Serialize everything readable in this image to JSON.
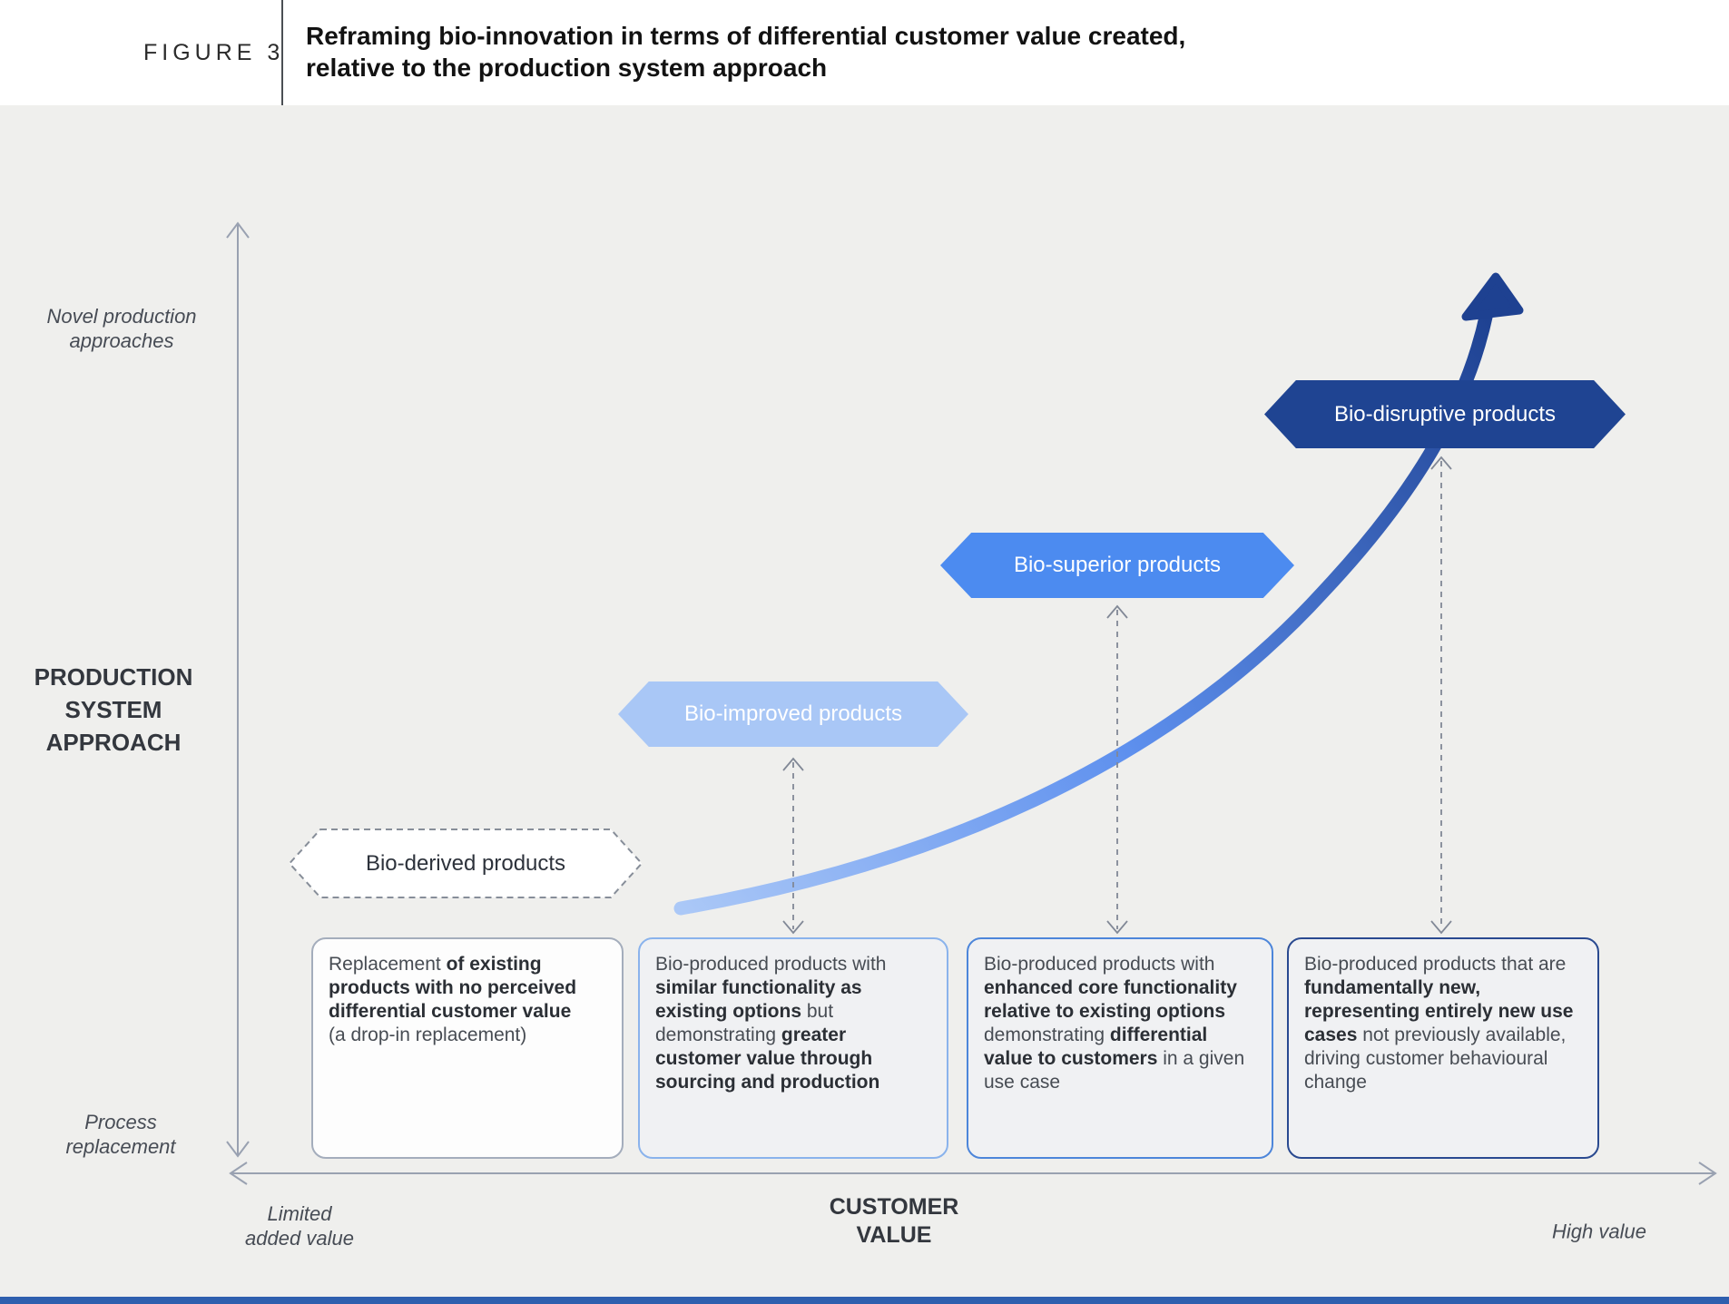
{
  "figure": {
    "label": "FIGURE 3",
    "title": [
      "Reframing bio-innovation in terms of differential customer value created,",
      "relative to the production system approach"
    ]
  },
  "axes": {
    "y": {
      "top_label": [
        "Novel production",
        "approaches"
      ],
      "title": [
        "PRODUCTION",
        "SYSTEM",
        "APPROACH"
      ],
      "bottom_label": [
        "Process",
        "replacement"
      ]
    },
    "x": {
      "left_label": [
        "Limited",
        "added value"
      ],
      "title": [
        "CUSTOMER",
        "VALUE"
      ],
      "right_label": "High value"
    }
  },
  "hexagons": [
    {
      "label": "Bio-derived products",
      "fill": "#ffffff",
      "text_color": "#2d323b",
      "border_color": "#878e99",
      "border_style": "dashed"
    },
    {
      "label": "Bio-improved products",
      "fill": "#a9c7f6",
      "text_color": "#ffffff"
    },
    {
      "label": "Bio-superior products",
      "fill": "#4c8bf0",
      "text_color": "#ffffff"
    },
    {
      "label": "Bio-disruptive products",
      "fill": "#1f4492",
      "text_color": "#ffffff"
    }
  ],
  "boxes": [
    {
      "bg": "#fdfdfd",
      "border_color": "#a4adbc",
      "segments": [
        {
          "text": "Replacement ",
          "bold": false
        },
        {
          "text": "of existing products with no perceived differential customer value",
          "bold": true
        },
        {
          "text": "\n(a drop-in replacement)",
          "bold": false
        }
      ]
    },
    {
      "bg": "#f0f1f3",
      "border_color": "#8ab3ec",
      "segments": [
        {
          "text": "Bio-produced products with ",
          "bold": false
        },
        {
          "text": "similar functionality as existing options",
          "bold": true
        },
        {
          "text": " but demonstrating ",
          "bold": false
        },
        {
          "text": "greater customer value through sourcing and production",
          "bold": true
        }
      ]
    },
    {
      "bg": "#f0f1f3",
      "border_color": "#4d86da",
      "segments": [
        {
          "text": "Bio-produced products with ",
          "bold": false
        },
        {
          "text": "enhanced core functionality relative to existing options",
          "bold": true
        },
        {
          "text": " demonstrating ",
          "bold": false
        },
        {
          "text": "differential value to customers",
          "bold": true
        },
        {
          "text": " in a given use case",
          "bold": false
        }
      ]
    },
    {
      "bg": "#f0f1f3",
      "border_color": "#2a4a90",
      "segments": [
        {
          "text": "Bio-produced products that are ",
          "bold": false
        },
        {
          "text": "fundamentally new, representing entirely new use cases",
          "bold": true
        },
        {
          "text": " not previously available, driving customer behavioural change",
          "bold": false
        }
      ]
    }
  ],
  "curve": {
    "gradient_start": "#abc8f7",
    "gradient_mid": "#5e90ee",
    "gradient_end": "#1e4191"
  },
  "colors": {
    "header_bg": "#ffffff",
    "page_bg": "#efefed",
    "axis": "#99a1b1",
    "connector": "#818896",
    "footer_bar": "#2e5fae"
  }
}
